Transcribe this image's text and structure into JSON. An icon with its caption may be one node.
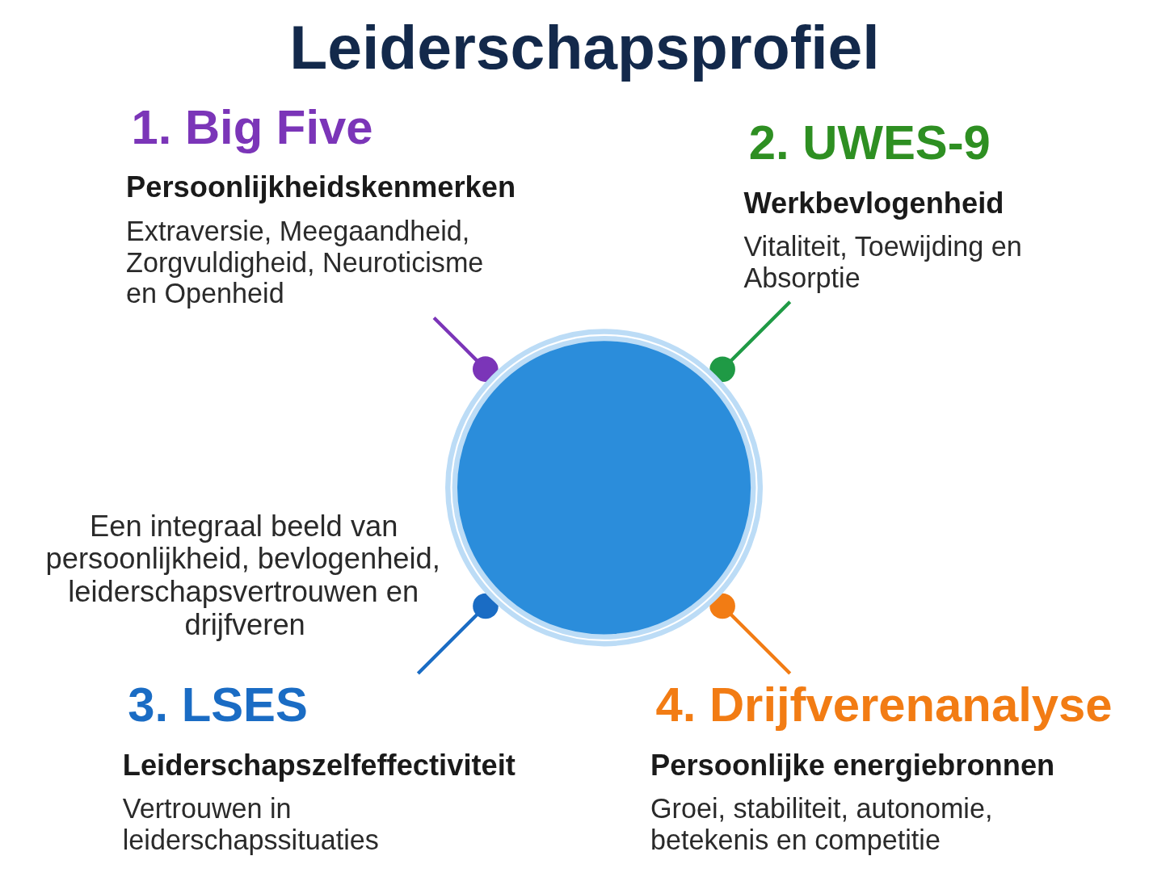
{
  "diagram": {
    "title": "Leiderschapsprofiel",
    "nodes": [
      {
        "text": [
          "1. Big Five",
          "Persoonlijkheidskenmerken",
          "Extraversie, Meegaandheid, Zorgvuldigheid, Neuroticisme en Openheid"
        ]
      },
      {
        "text": [
          "2. UWES-9",
          "Werkbevlogenheid",
          "Vitaliteit, Toewijding en Absorptie"
        ]
      },
      {
        "text": [],
        "shape": "picture",
        "beside": [
          "Een integraal beeld van persoonlijkheid, bevlogenheid, leiderschapsvertrouwen en drijfveren"
        ]
      },
      {
        "text": [
          "3. LSES",
          "Leiderschapszelfeffectiviteit",
          "Vertrouwen in leiderschapssituaties"
        ]
      },
      {
        "text": [
          "4. Drijfverenanalyse",
          "Persoonlijke energiebronnen",
          "Groei, stabiliteit, autonomie, betekenis en competitie"
        ]
      }
    ],
    "edges": [
      {
        "from": 0,
        "to": 2,
        "arrow": "other",
        "color": "#7b35b8"
      },
      {
        "from": 1,
        "to": 2,
        "arrow": "other",
        "color": "#1f9a45"
      },
      {
        "from": 3,
        "to": 2,
        "arrow": "other",
        "color": "#1a6cc4"
      },
      {
        "from": 4,
        "to": 2,
        "arrow": "other",
        "color": "#f27c14"
      }
    ]
  }
}
